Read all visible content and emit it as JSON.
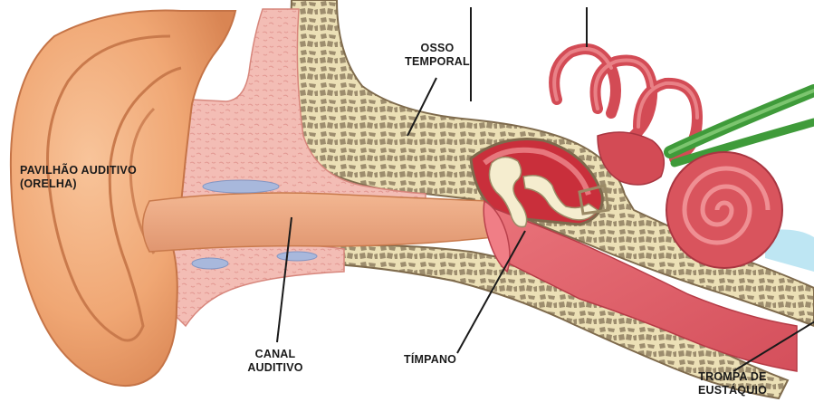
{
  "labels": {
    "pavilhao": [
      "PAVILHÃO AUDITIVO",
      "(ORELHA)"
    ],
    "osso": [
      "OSSO",
      "TEMPORAL"
    ],
    "canal": [
      "CANAL",
      "AUDITIVO"
    ],
    "timpano": "TÍMPANO",
    "trompa": [
      "TROMPA DE",
      "EUSTÁQUIO"
    ]
  },
  "colors": {
    "skin": "#f0a774",
    "skin_dark": "#c9764a",
    "flesh": "#f2b7b0",
    "bone": "#ede0b4",
    "bone_texture": "#9a8a6c",
    "red_tissue": "#e1606a",
    "cochlea": "#d9545d",
    "nerve": "#3f9b3a",
    "ossicle": "#f5edcf"
  }
}
